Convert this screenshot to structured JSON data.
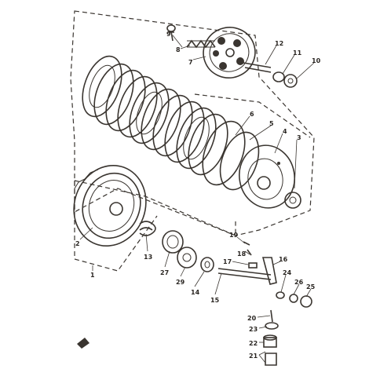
{
  "diagram": {
    "type": "exploded-parts-view",
    "callouts": [
      {
        "id": "c9",
        "text": "9"
      },
      {
        "id": "c8",
        "text": "8"
      },
      {
        "id": "c7",
        "text": "7"
      },
      {
        "id": "c12",
        "text": "12"
      },
      {
        "id": "c11",
        "text": "11"
      },
      {
        "id": "c10",
        "text": "10"
      },
      {
        "id": "c6",
        "text": "6"
      },
      {
        "id": "c5",
        "text": "5"
      },
      {
        "id": "c4",
        "text": "4"
      },
      {
        "id": "c3",
        "text": "3"
      },
      {
        "id": "c2",
        "text": "2"
      },
      {
        "id": "c1",
        "text": "1"
      },
      {
        "id": "c13",
        "text": "13"
      },
      {
        "id": "c27",
        "text": "27"
      },
      {
        "id": "c29",
        "text": "29"
      },
      {
        "id": "c14",
        "text": "14"
      },
      {
        "id": "c15",
        "text": "15"
      },
      {
        "id": "c19",
        "text": "19"
      },
      {
        "id": "c18",
        "text": "18"
      },
      {
        "id": "c17",
        "text": "17"
      },
      {
        "id": "c16",
        "text": "16"
      },
      {
        "id": "c24",
        "text": "24"
      },
      {
        "id": "c26",
        "text": "26"
      },
      {
        "id": "c25",
        "text": "25"
      },
      {
        "id": "c20",
        "text": "20"
      },
      {
        "id": "c23",
        "text": "23"
      },
      {
        "id": "c22",
        "text": "22"
      },
      {
        "id": "c21",
        "text": "21"
      }
    ]
  }
}
